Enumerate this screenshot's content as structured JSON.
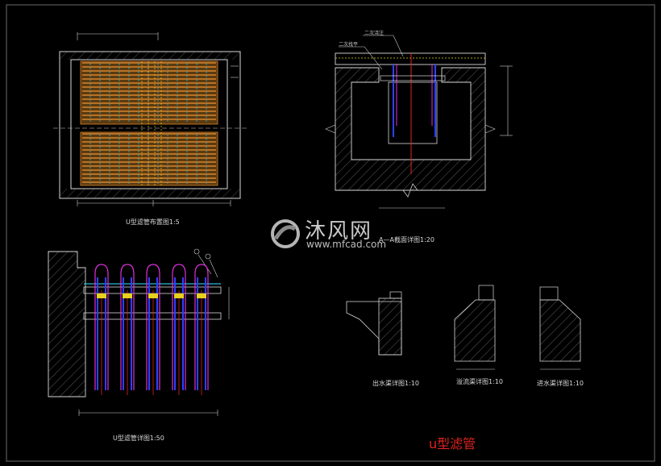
{
  "drawing": {
    "plan_title": "U型滤管布置图1:5",
    "section_title": "A—A截面详图1:20",
    "detail_title": "U型滤管详图1:50",
    "sub_details": [
      {
        "title": "出水渠详图1:10"
      },
      {
        "title": "溢流渠详图1:10"
      },
      {
        "title": "进水渠详图1:10"
      }
    ],
    "section_notes": {
      "note1": "二次浇注",
      "note2": "二次找平"
    },
    "caption": "u型滤管"
  },
  "watermark": {
    "brand": "沐风网",
    "url": "www.mfcad.com"
  },
  "colors": {
    "background": "#000000",
    "line": "#d8d8d8",
    "orange": "#d8832a",
    "cyan": "#2ab8d8",
    "magenta": "#e030e0",
    "blue": "#3040ff",
    "red": "#e0241f",
    "yellow": "#e8d020"
  }
}
